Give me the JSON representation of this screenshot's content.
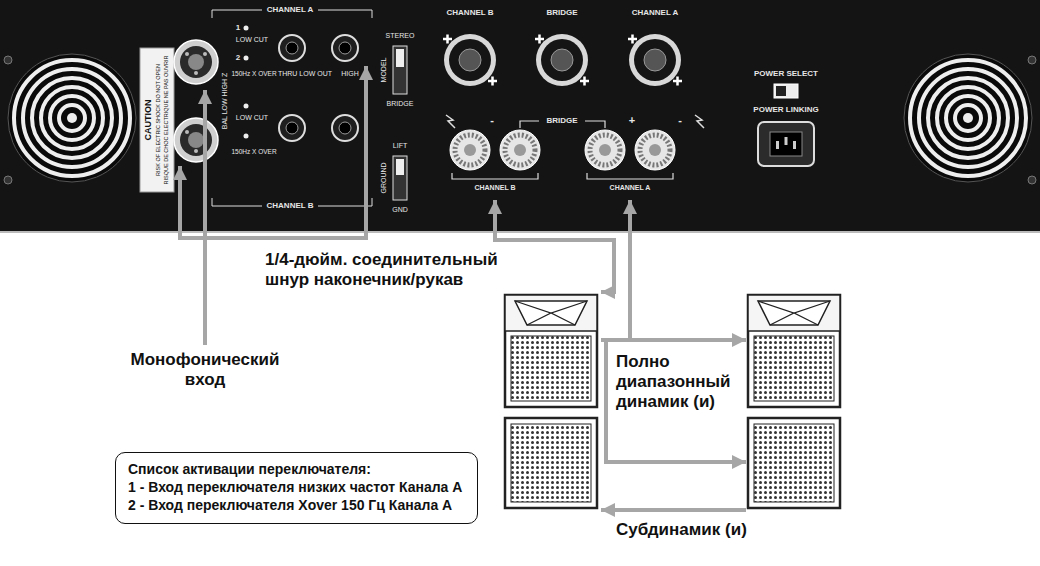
{
  "diagram": {
    "nodes": [
      {
        "text": [
          "Список активации переключателя:",
          "1 - Вход переключателя низких частот Канала A",
          "2 - Вход переключателя Xover 150 Гц Канала A"
        ]
      }
    ],
    "labels": [
      "CAUTION",
      "RISK OF ELECTRIC SHOCK DO NOT OPEN",
      "RISQUE DE CHOC ELECTRIQUE NE PAS OUVRIR",
      "CHANNEL A",
      "1",
      "LOW CUT",
      "2",
      "150Hz X OVER",
      "BAL LOW HIGH Z",
      "THRU LOW OUT",
      "HIGH",
      "LOW CUT",
      "150Hz X OVER",
      "CHANNEL B",
      "STEREO",
      "MODEL",
      "BRIDGE",
      "CHANNEL B",
      "BRIDGE",
      "CHANNEL A",
      "LIFT",
      "GROUND",
      "GND",
      "-",
      "BRIDGE",
      "+",
      "-",
      "CHANNEL B",
      "CHANNEL A",
      "POWER SELECT",
      "POWER LINKING",
      "1/4-дюйм. соединительный шнур наконечник/рукав",
      "Монофонический вход",
      "Полно диапазонный динамик (и)",
      "Субдинамик (и)"
    ]
  }
}
